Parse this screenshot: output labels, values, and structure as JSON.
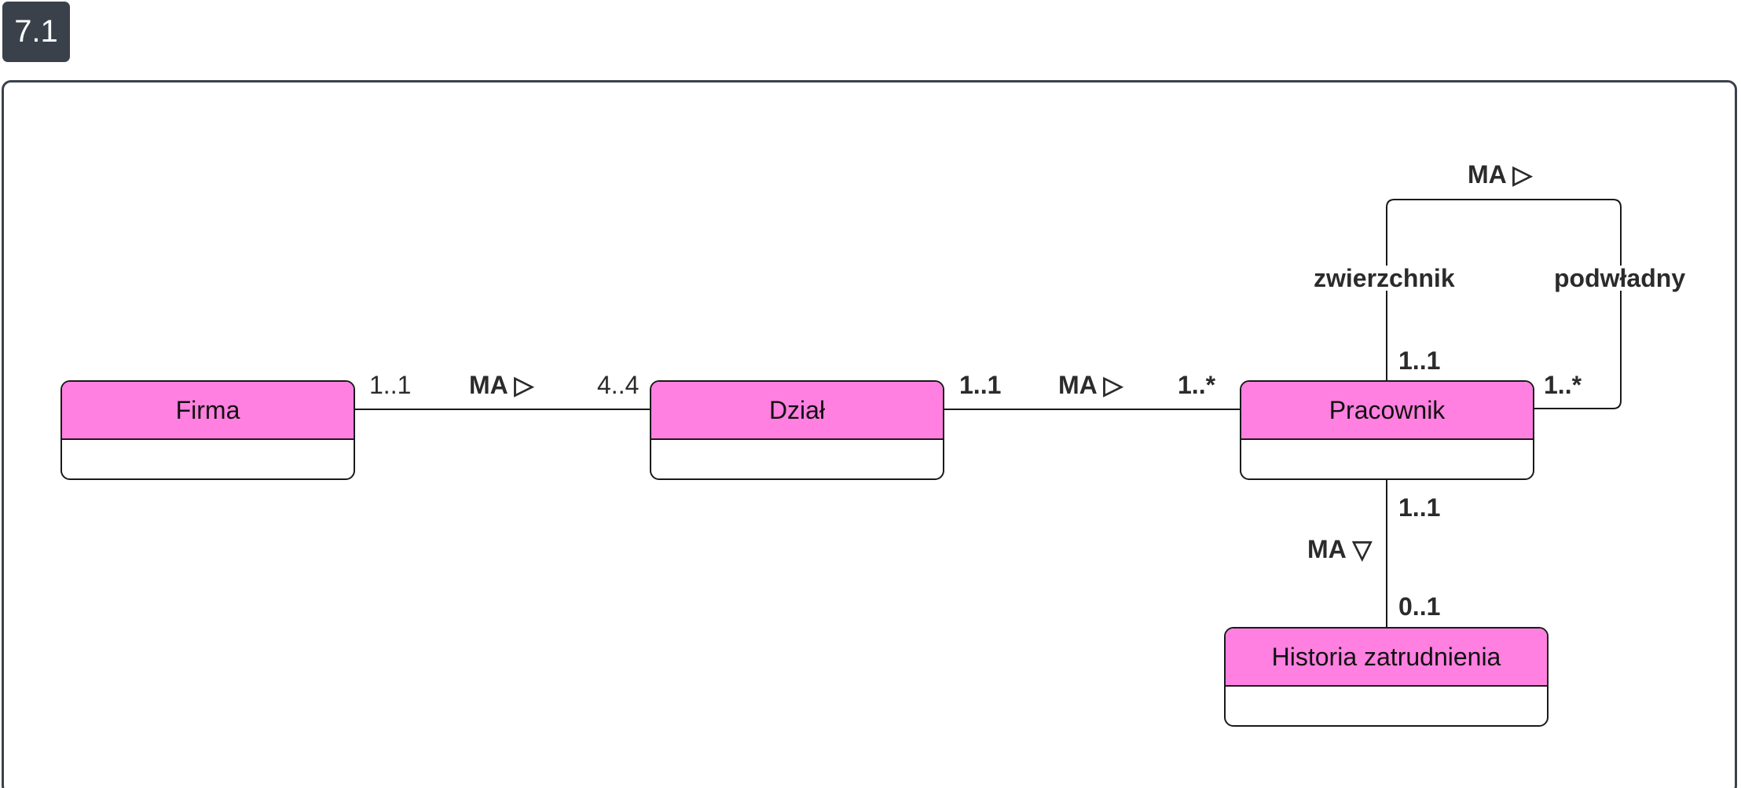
{
  "badge": {
    "label": "7.1"
  },
  "entities": {
    "firma": "Firma",
    "dzial": "Dział",
    "pracownik": "Pracownik",
    "historia": "Historia zatrudnienia"
  },
  "relations": {
    "firma_dzial": {
      "left_mult": "1..1",
      "name": "MA ▷",
      "right_mult": "4..4"
    },
    "dzial_pracownik": {
      "left_mult": "1..1",
      "name": "MA ▷",
      "right_mult": "1..*"
    },
    "pracownik_self": {
      "name": "MA ▷",
      "role_left": "zwierzchnik",
      "role_right": "podwładny",
      "left_mult": "1..1",
      "right_mult": "1..*"
    },
    "pracownik_historia": {
      "top_mult": "1..1",
      "name": "MA ▽",
      "bottom_mult": "0..1"
    }
  },
  "colors": {
    "entity_header": "#ff80e0",
    "badge_bg": "#3a414b",
    "frame_border": "#3a414b"
  }
}
